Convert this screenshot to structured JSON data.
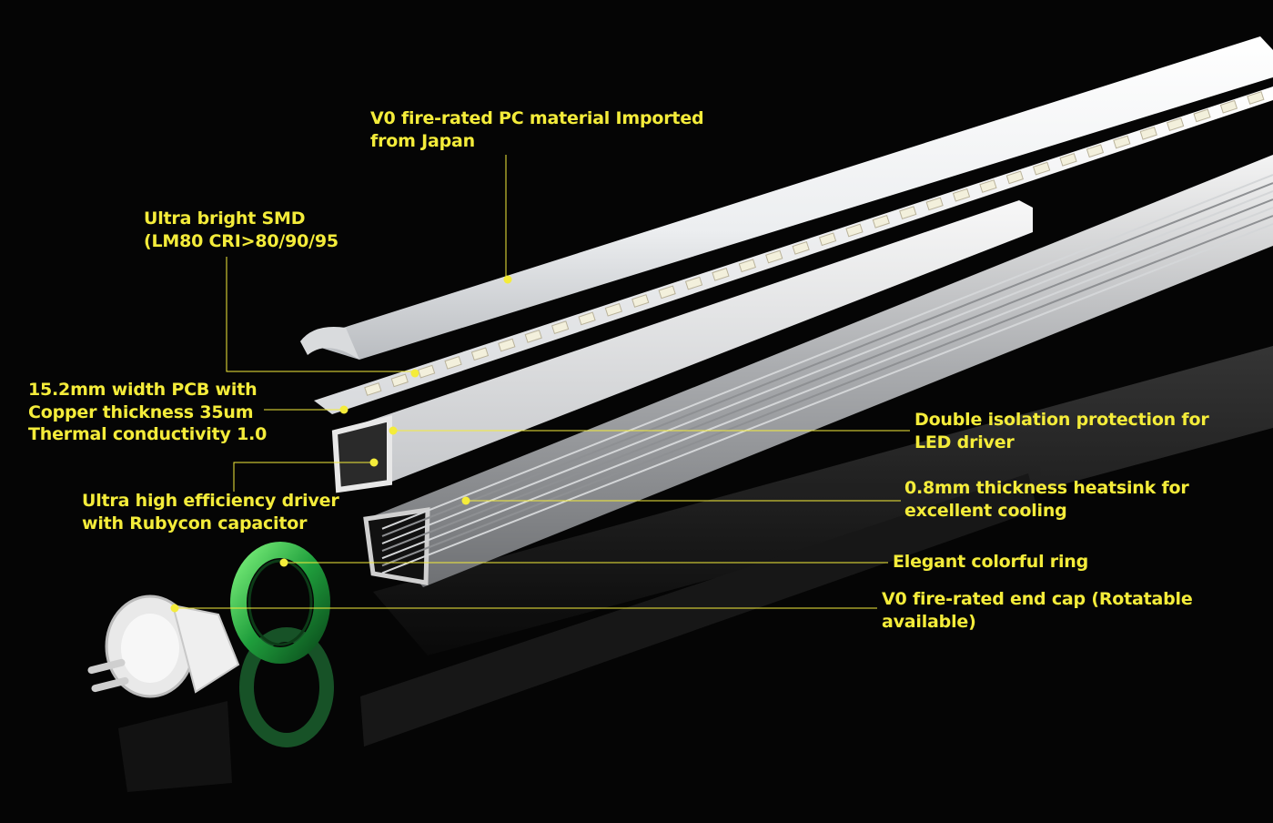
{
  "accent_color": "#f4ec3a",
  "ring_color": "#1f9e3c",
  "callouts": [
    {
      "id": "pc-cover",
      "lines": [
        "V0 fire-rated PC material Imported",
        "from Japan"
      ]
    },
    {
      "id": "smd",
      "lines": [
        "Ultra bright SMD",
        "(LM80 CRI>80/90/95"
      ]
    },
    {
      "id": "pcb",
      "lines": [
        "15.2mm width PCB with",
        "Copper thickness 35um",
        "Thermal conductivity 1.0"
      ]
    },
    {
      "id": "driver",
      "lines": [
        "Ultra high efficiency driver",
        "with Rubycon capacitor"
      ]
    },
    {
      "id": "isolation",
      "lines": [
        "Double isolation protection for",
        "LED driver"
      ]
    },
    {
      "id": "heatsink",
      "lines": [
        "0.8mm thickness heatsink for",
        "excellent cooling"
      ]
    },
    {
      "id": "ring",
      "lines": [
        "Elegant colorful ring"
      ]
    },
    {
      "id": "endcap",
      "lines": [
        "V0 fire-rated end cap (Rotatable",
        "available)"
      ]
    }
  ]
}
